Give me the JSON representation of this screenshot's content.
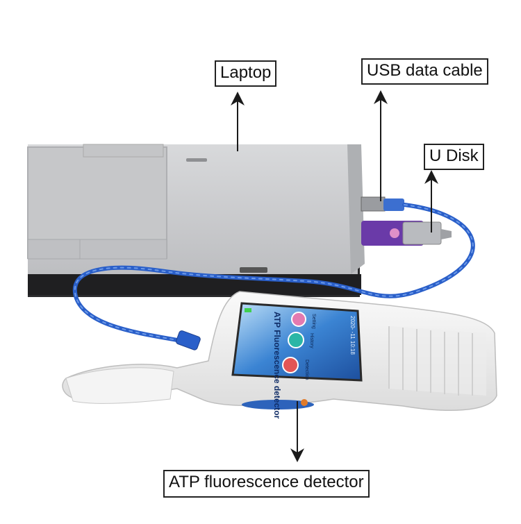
{
  "callouts": {
    "laptop": "Laptop",
    "usb_cable": "USB data cable",
    "u_disk": "U Disk",
    "atp_detector": "ATP fluorescence detector"
  },
  "device_screen": {
    "title": "ATP Fluorescence detector",
    "menu_items": [
      "Detection",
      "History",
      "Setting"
    ],
    "date_text": "2020-  -11  10:18"
  },
  "colors": {
    "laptop_silver": "#c9cacc",
    "cable_blue": "#2a5fc9",
    "usb_purple": "#6a3aa8",
    "screen_blue": "#2f74c8",
    "device_white": "#f2f2f2"
  }
}
